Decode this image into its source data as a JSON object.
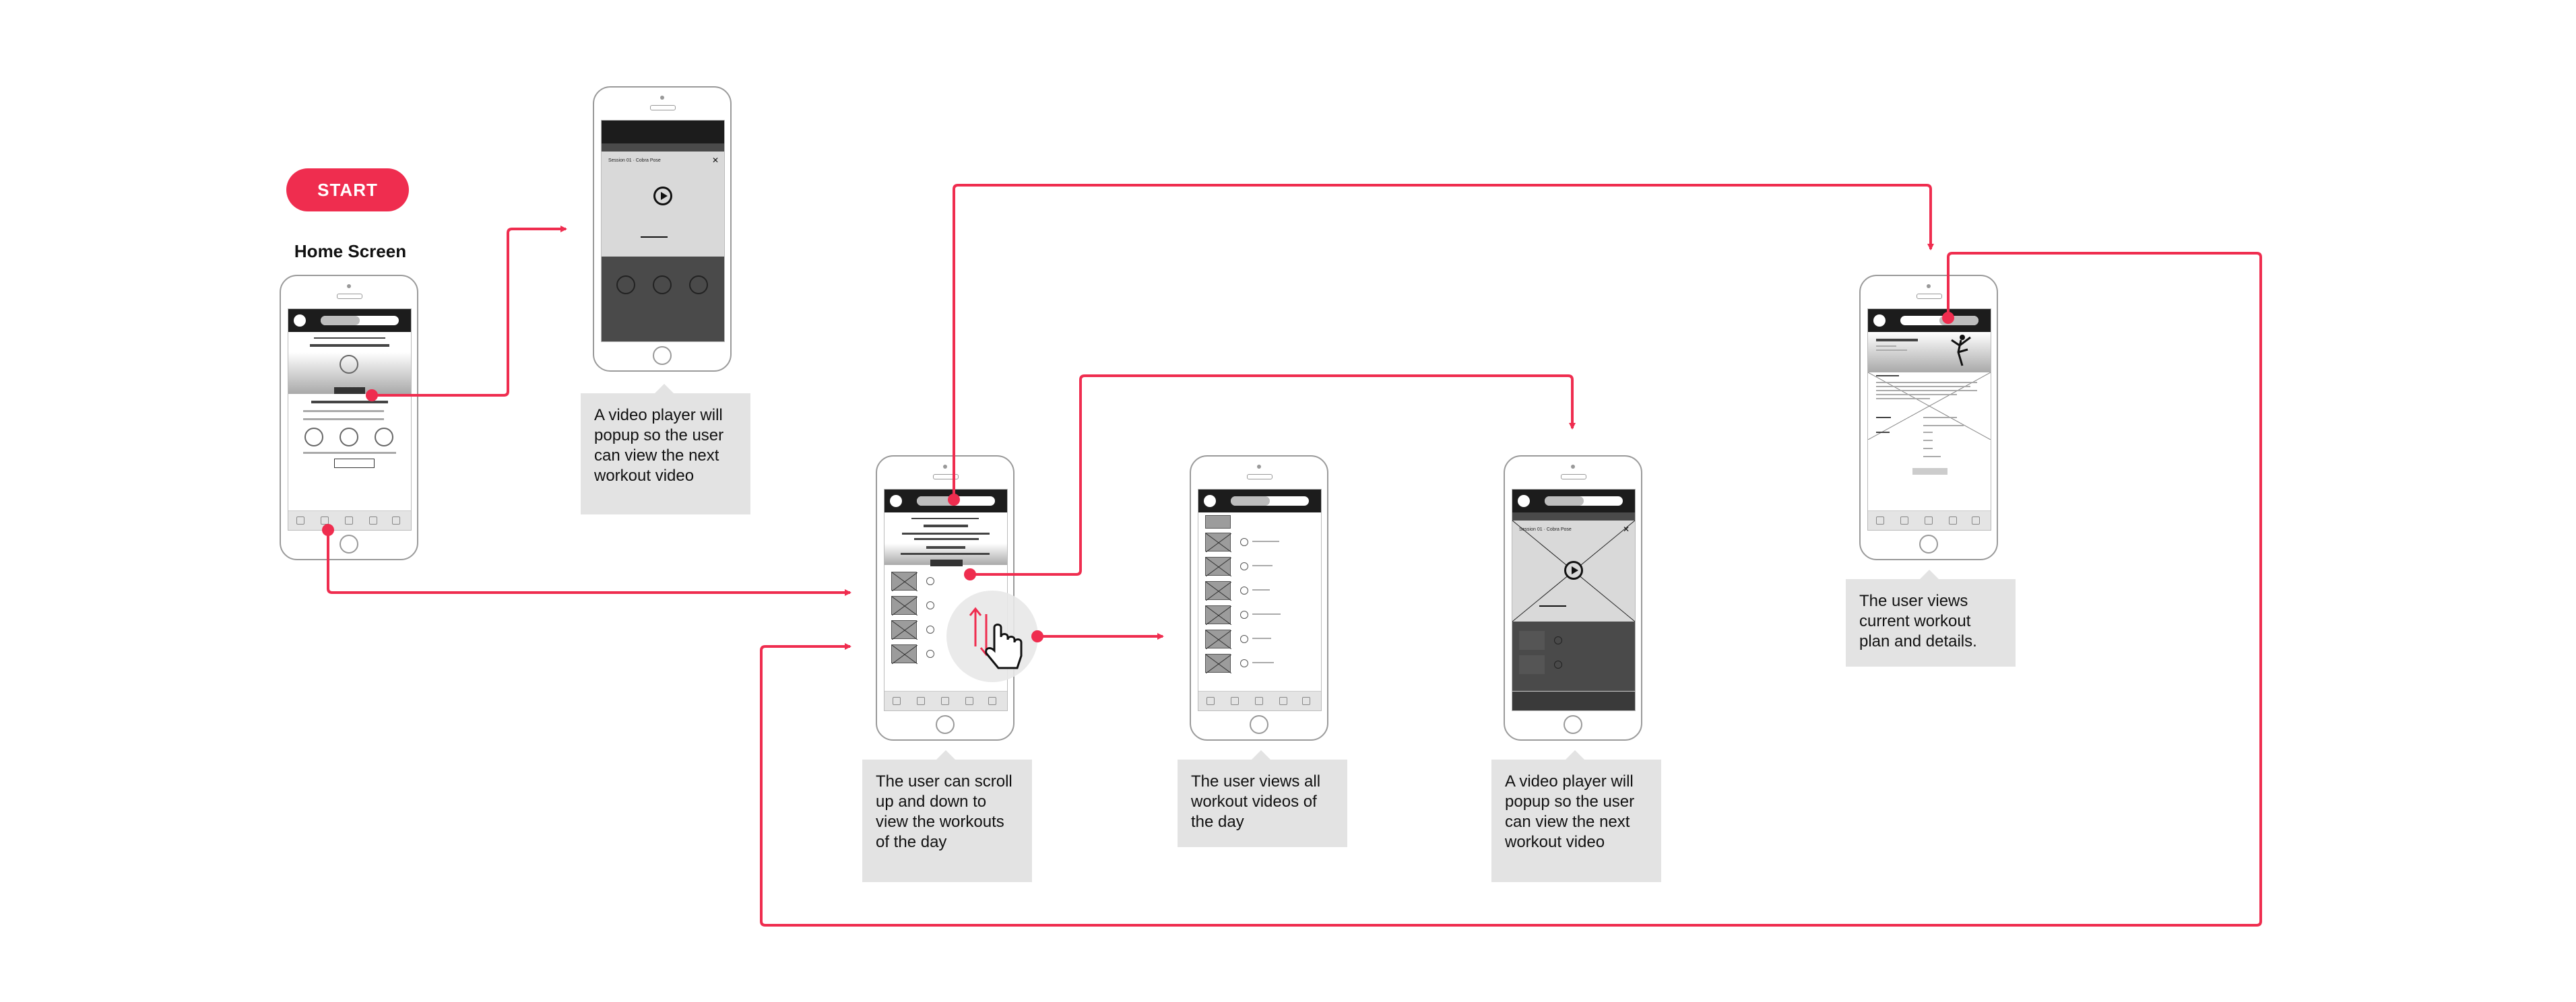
{
  "start_label": "START",
  "home_label": "Home Screen",
  "callouts": {
    "video_popup_top": "A video player will popup so the user can view the next workout video",
    "scroll": "The user can scroll up and down to view the workouts of the day",
    "all_videos": "The user views all workout videos of the day",
    "video_popup_bottom": "A video player will popup so the user can view the next workout video",
    "workout_plan": "The user views current workout plan and details."
  },
  "colors": {
    "accent": "#ef2d4f",
    "callout_bg": "#e3e3e3",
    "phone_outline": "#9a9a9a"
  },
  "icons": [
    "hand-pointer-icon",
    "scroll-arrows-icon",
    "play-icon",
    "close-icon",
    "volume-icon"
  ]
}
